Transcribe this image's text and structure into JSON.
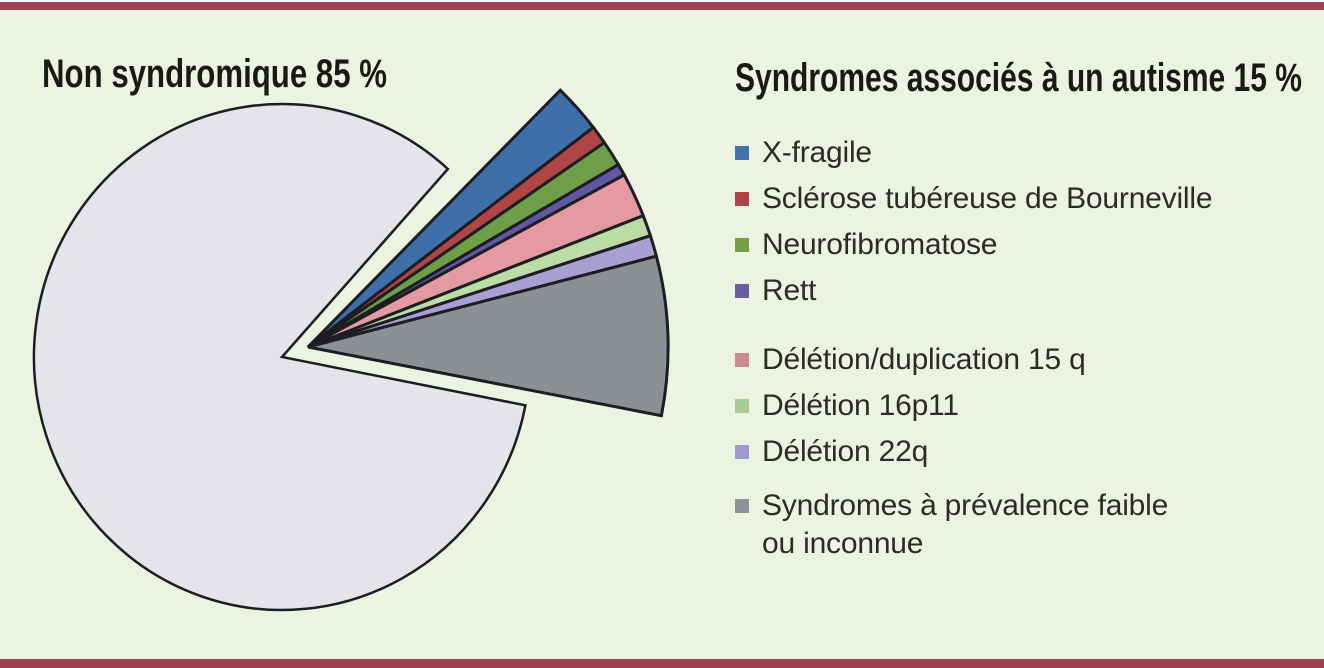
{
  "figure": {
    "background_color": "#edf3e1",
    "rule_color": "#9e4351",
    "left_title": "Non syndromique 85 %",
    "legend_title": "Syndromes associés à un autisme 15 %"
  },
  "chart_data": {
    "type": "pie",
    "legend_position": "right",
    "main_slice": {
      "label": "Non syndromique",
      "percent": 85,
      "color": "#e3e5e9"
    },
    "exploded_group": {
      "label": "Syndromes associés à un autisme",
      "percent": 15
    },
    "slices": [
      {
        "label": "X-fragile",
        "percent": 2.1,
        "color": "#3f6fa9",
        "legend_color": "#4173ae"
      },
      {
        "label": "Sclérose tubéreuse de Bourneville",
        "percent": 0.8,
        "color": "#b04546",
        "legend_color": "#b04444"
      },
      {
        "label": "Neurofibromatose",
        "percent": 1.1,
        "color": "#6f9e48",
        "legend_color": "#71a147"
      },
      {
        "label": "Rett",
        "percent": 0.5,
        "color": "#6258a2",
        "legend_color": "#6c5ca3"
      },
      {
        "label": "Délétion/duplication 15 q",
        "percent": 1.9,
        "color": "#e59aa1",
        "legend_color": "#ca8a91",
        "group_gap": true
      },
      {
        "label": "Délétion 16p11",
        "percent": 0.9,
        "color": "#bcdca6",
        "legend_color": "#a7cd92"
      },
      {
        "label": "Délétion 22q",
        "percent": 0.9,
        "color": "#a99fd3",
        "legend_color": "#a099cc"
      },
      {
        "label": "Syndromes à prévalence faible ou inconnue",
        "percent": 6.8,
        "color": "#8c9095",
        "legend_color": "#8c9198",
        "wrap": true
      }
    ],
    "outline_color": "#1d1d24"
  }
}
